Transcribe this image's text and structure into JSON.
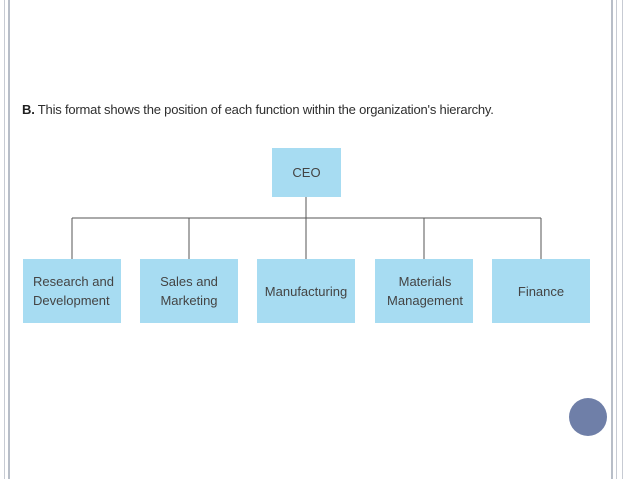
{
  "caption": {
    "letter": "B.",
    "text": "This format shows the position of each function within the organization's hierarchy."
  },
  "chart": {
    "root": "CEO",
    "children": [
      "Research and\nDevelopment",
      "Sales and\nMarketing",
      "Manufacturing",
      "Materials\nManagement",
      "Finance"
    ]
  },
  "colors": {
    "box_fill": "#a7dcf2",
    "line": "#555555",
    "nav_dot": "#6f7fa8"
  }
}
